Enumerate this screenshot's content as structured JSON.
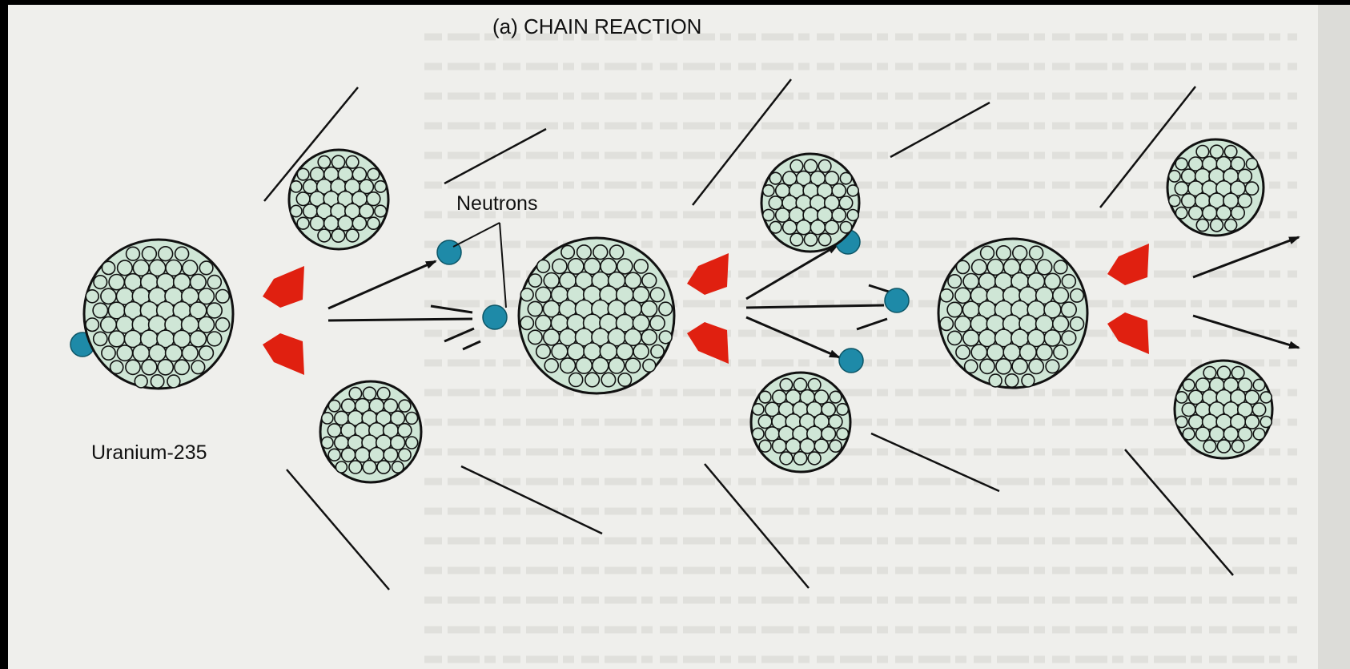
{
  "figure": {
    "title": "(a) CHAIN REACTION",
    "labels": {
      "uranium": "Uranium-235",
      "neutrons": "Neutrons"
    },
    "colors": {
      "paper": "#efefec",
      "nucleus_fill": "#cfe6d6",
      "nucleus_stroke": "#111111",
      "neutron": "#1e8aa8",
      "fission_arrow": "#e02010",
      "line": "#111111",
      "bleed_text": "#d4d4d0"
    },
    "nuclei": [
      {
        "name": "uranium-235-nucleus-1",
        "size": "large"
      },
      {
        "name": "fission-fragment-1a",
        "size": "small"
      },
      {
        "name": "fission-fragment-1b",
        "size": "small"
      },
      {
        "name": "uranium-235-nucleus-2",
        "size": "large"
      },
      {
        "name": "fission-fragment-2a",
        "size": "small"
      },
      {
        "name": "fission-fragment-2b",
        "size": "small"
      },
      {
        "name": "uranium-235-nucleus-3",
        "size": "large"
      },
      {
        "name": "fission-fragment-3a",
        "size": "small"
      },
      {
        "name": "fission-fragment-3b",
        "size": "small"
      }
    ]
  }
}
